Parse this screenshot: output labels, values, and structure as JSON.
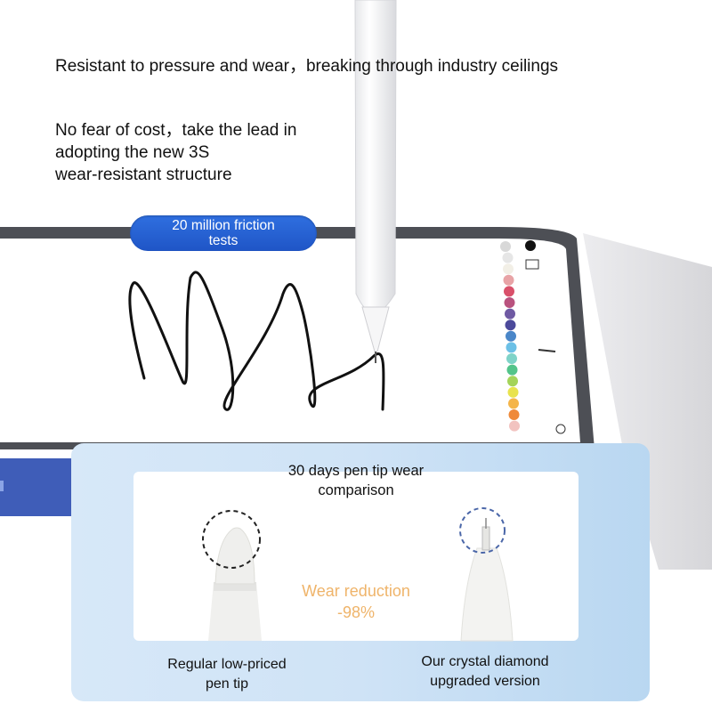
{
  "headline": "Resistant to pressure and wear，breaking through industry ceilings",
  "subtext": {
    "line1": "No fear of cost，take the lead in",
    "line2": "adopting the new 3S",
    "line3": "wear-resistant structure"
  },
  "badge": {
    "line1": "20 million friction",
    "line2": "tests"
  },
  "comparison": {
    "title_line1": "30 days pen tip wear",
    "title_line2": "comparison",
    "reduction_line1": "Wear reduction",
    "reduction_line2": "-98%",
    "left_caption_line1": "Regular low-priced",
    "left_caption_line2": "pen tip",
    "right_caption_line1": "Our crystal diamond",
    "right_caption_line2": "upgraded version"
  },
  "colors": {
    "accent_blue": "#1f55c6",
    "reduction_orange": "#efb46a",
    "panel_blue": "#cfe3f6",
    "tablet_frame": "#4d4f55"
  },
  "palette_swatches": [
    "#d8d8d8",
    "#e6e6e6",
    "#f2efe6",
    "#e8a3a6",
    "#d9506a",
    "#b9527e",
    "#6f5aa3",
    "#4c4a9b",
    "#4a86c8",
    "#6cc0e6",
    "#7fd3c8",
    "#53c48a",
    "#a4d45a",
    "#e8e34e",
    "#f4b54a",
    "#ef8a3a",
    "#f2c3c0"
  ]
}
